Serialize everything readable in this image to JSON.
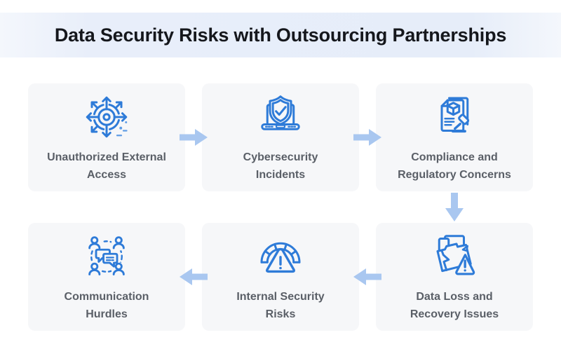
{
  "header": {
    "title": "Data Security Risks with Outsourcing Partnerships"
  },
  "cards": [
    {
      "label": "Unauthorized External Access",
      "label_line1": "Unauthorized External",
      "label_line2": "Access",
      "icon": "network-access-icon"
    },
    {
      "label": "Cybersecurity Incidents",
      "label_line1": "Cybersecurity",
      "label_line2": "Incidents",
      "icon": "laptop-shield-check-icon"
    },
    {
      "label": "Compliance and Regulatory Concerns",
      "label_line1": "Compliance and",
      "label_line2": "Regulatory Concerns",
      "icon": "document-gavel-icon"
    },
    {
      "label": "Data Loss and Recovery Issues",
      "label_line1": "Data Loss and",
      "label_line2": "Recovery Issues",
      "icon": "folder-warning-icon"
    },
    {
      "label": "Internal Security Risks",
      "label_line1": "Internal Security",
      "label_line2": "Risks",
      "icon": "gauge-warning-icon"
    },
    {
      "label": "Communication Hurdles",
      "label_line1": "Communication",
      "label_line2": "Hurdles",
      "icon": "people-chat-icon"
    }
  ],
  "flow": {
    "order": [
      "Unauthorized External Access",
      "Cybersecurity Incidents",
      "Compliance and Regulatory Concerns",
      "Data Loss and Recovery Issues",
      "Internal Security Risks",
      "Communication Hurdles"
    ],
    "arrows": [
      "right",
      "right",
      "down",
      "left",
      "left"
    ]
  },
  "colors": {
    "page_bg": "#ffffff",
    "title_band_bg": "#e8eefa",
    "title_text": "#15171c",
    "card_bg": "#f6f7f9",
    "card_text": "#5a5f67",
    "icon_blue": "#2e7bd8",
    "icon_blue_light": "#5f9ce5",
    "arrow_blue": "#a9c7f0"
  }
}
